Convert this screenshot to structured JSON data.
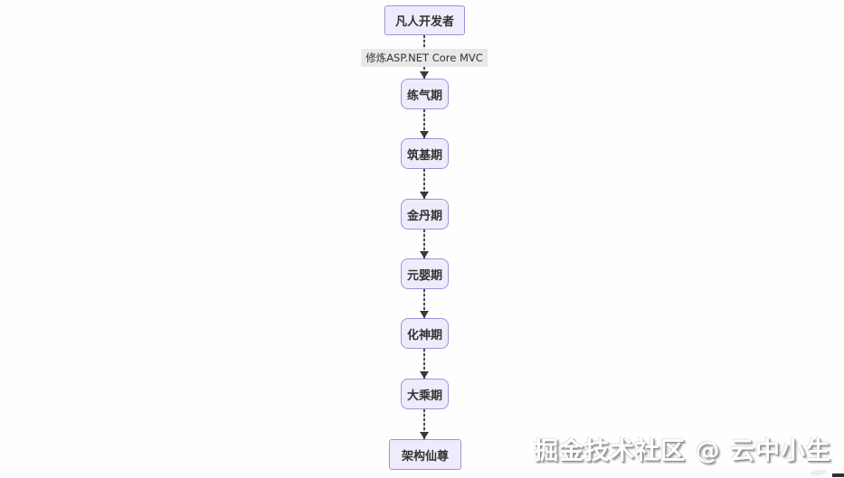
{
  "diagram": {
    "type": "flowchart",
    "direction": "top-down",
    "nodes": [
      {
        "id": "mortal-developer",
        "label": "凡人开发者",
        "shape": "rect"
      },
      {
        "id": "qi-refining",
        "label": "练气期",
        "shape": "rounded"
      },
      {
        "id": "foundation-building",
        "label": "筑基期",
        "shape": "rounded"
      },
      {
        "id": "golden-core",
        "label": "金丹期",
        "shape": "rounded"
      },
      {
        "id": "nascent-soul",
        "label": "元婴期",
        "shape": "rounded"
      },
      {
        "id": "spirit-transformation",
        "label": "化神期",
        "shape": "rounded"
      },
      {
        "id": "mahayana",
        "label": "大乘期",
        "shape": "rounded"
      },
      {
        "id": "architect-immortal",
        "label": "架构仙尊",
        "shape": "rect"
      }
    ],
    "edges": [
      {
        "from": "凡人开发者",
        "to": "练气期",
        "label": "修炼ASP.NET Core MVC",
        "style": "dashed-arrow"
      },
      {
        "from": "练气期",
        "to": "筑基期",
        "label": "",
        "style": "dashed-arrow"
      },
      {
        "from": "筑基期",
        "to": "金丹期",
        "label": "",
        "style": "dashed-arrow"
      },
      {
        "from": "金丹期",
        "to": "元婴期",
        "label": "",
        "style": "dashed-arrow"
      },
      {
        "from": "元婴期",
        "to": "化神期",
        "label": "",
        "style": "dashed-arrow"
      },
      {
        "from": "化神期",
        "to": "大乘期",
        "label": "",
        "style": "dashed-arrow"
      },
      {
        "from": "大乘期",
        "to": "架构仙尊",
        "label": "",
        "style": "dashed-arrow"
      }
    ]
  },
  "watermark": {
    "text": "掘金技术社区 @ 云中小生"
  },
  "colors": {
    "background": "#fefefe",
    "node_fill": "#eeecfc",
    "node_border": "#a091d6",
    "node_text": "#333333",
    "edge_line": "#4d4d4d",
    "edge_label_bg": "#e8e8e8",
    "edge_label_text": "#333333",
    "watermark_text": "#ffffff",
    "watermark_shadow": "#8c8c8c"
  }
}
